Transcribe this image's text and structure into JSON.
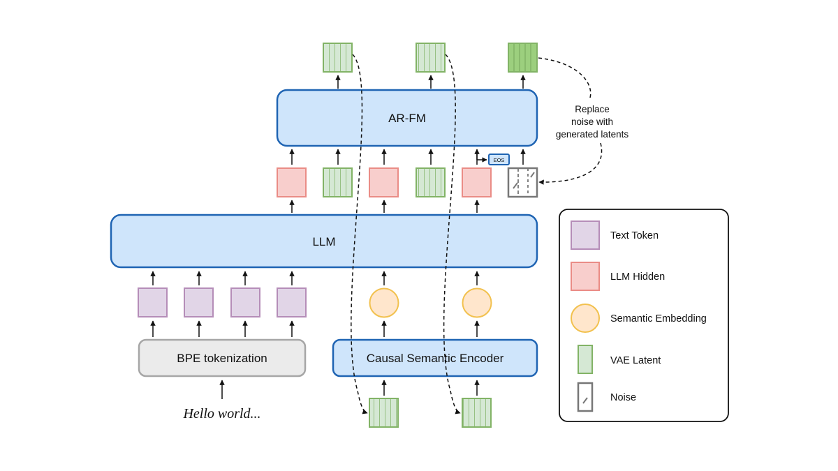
{
  "blocks": {
    "ar_fm": "AR-FM",
    "llm": "LLM",
    "bpe": "BPE tokenization",
    "encoder": "Causal Semantic Encoder"
  },
  "input_text": "Hello world...",
  "eos_label": "EOS",
  "annotation": [
    "Replace",
    "noise with",
    "generated latents"
  ],
  "legend": {
    "text_token": "Text Token",
    "llm_hidden": "LLM Hidden",
    "semantic_embedding": "Semantic Embedding",
    "vae_latent": "VAE Latent",
    "noise": "Noise"
  },
  "colors": {
    "block_fill": "#cfe5fb",
    "block_stroke": "#1f64b3",
    "gray_fill": "#ebebeb",
    "gray_stroke": "#a6a6a6",
    "text_token_fill": "#e1d5e7",
    "text_token_stroke": "#b58db8",
    "llm_hidden_fill": "#f8cecc",
    "llm_hidden_stroke": "#ea8c86",
    "semantic_fill": "#ffe6cc",
    "semantic_stroke": "#f2c14e",
    "vae_fill": "#d5e8d4",
    "vae_stroke": "#82b366",
    "vae_dark_fill": "#9ccf7e",
    "noise_stroke": "#777777"
  }
}
